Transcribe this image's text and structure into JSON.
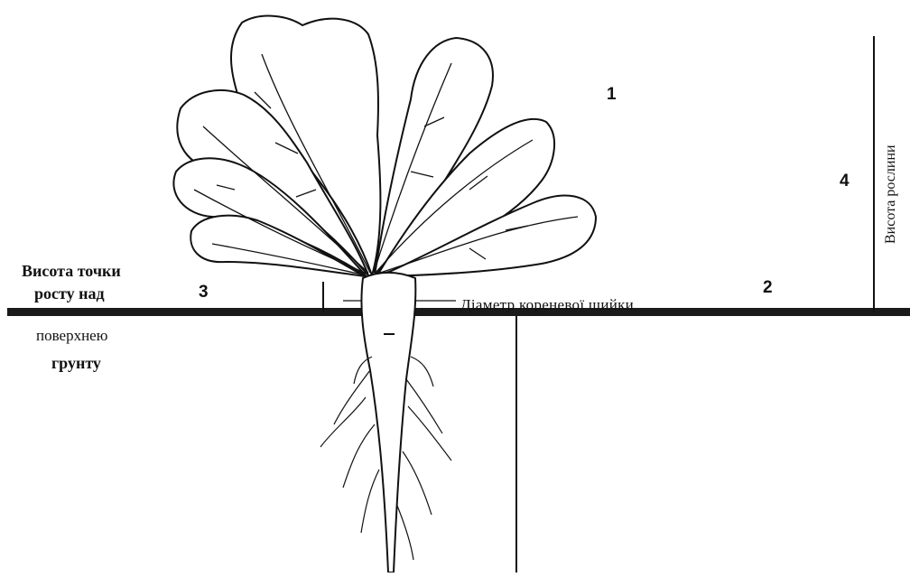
{
  "labels": {
    "growth_point_line1": "Висота точки",
    "growth_point_line2": "росту над",
    "growth_point_line3": "поверхнею",
    "growth_point_line4": "грунту",
    "root_collar_diameter": "Діаметр кореневої шийки",
    "plant_height": "Висота рослини"
  },
  "markers": {
    "m1": "1",
    "m2": "2",
    "m3": "3",
    "m4": "4"
  },
  "colors": {
    "ink": "#111111",
    "ground": "#1a1a1a",
    "background": "#ffffff"
  }
}
